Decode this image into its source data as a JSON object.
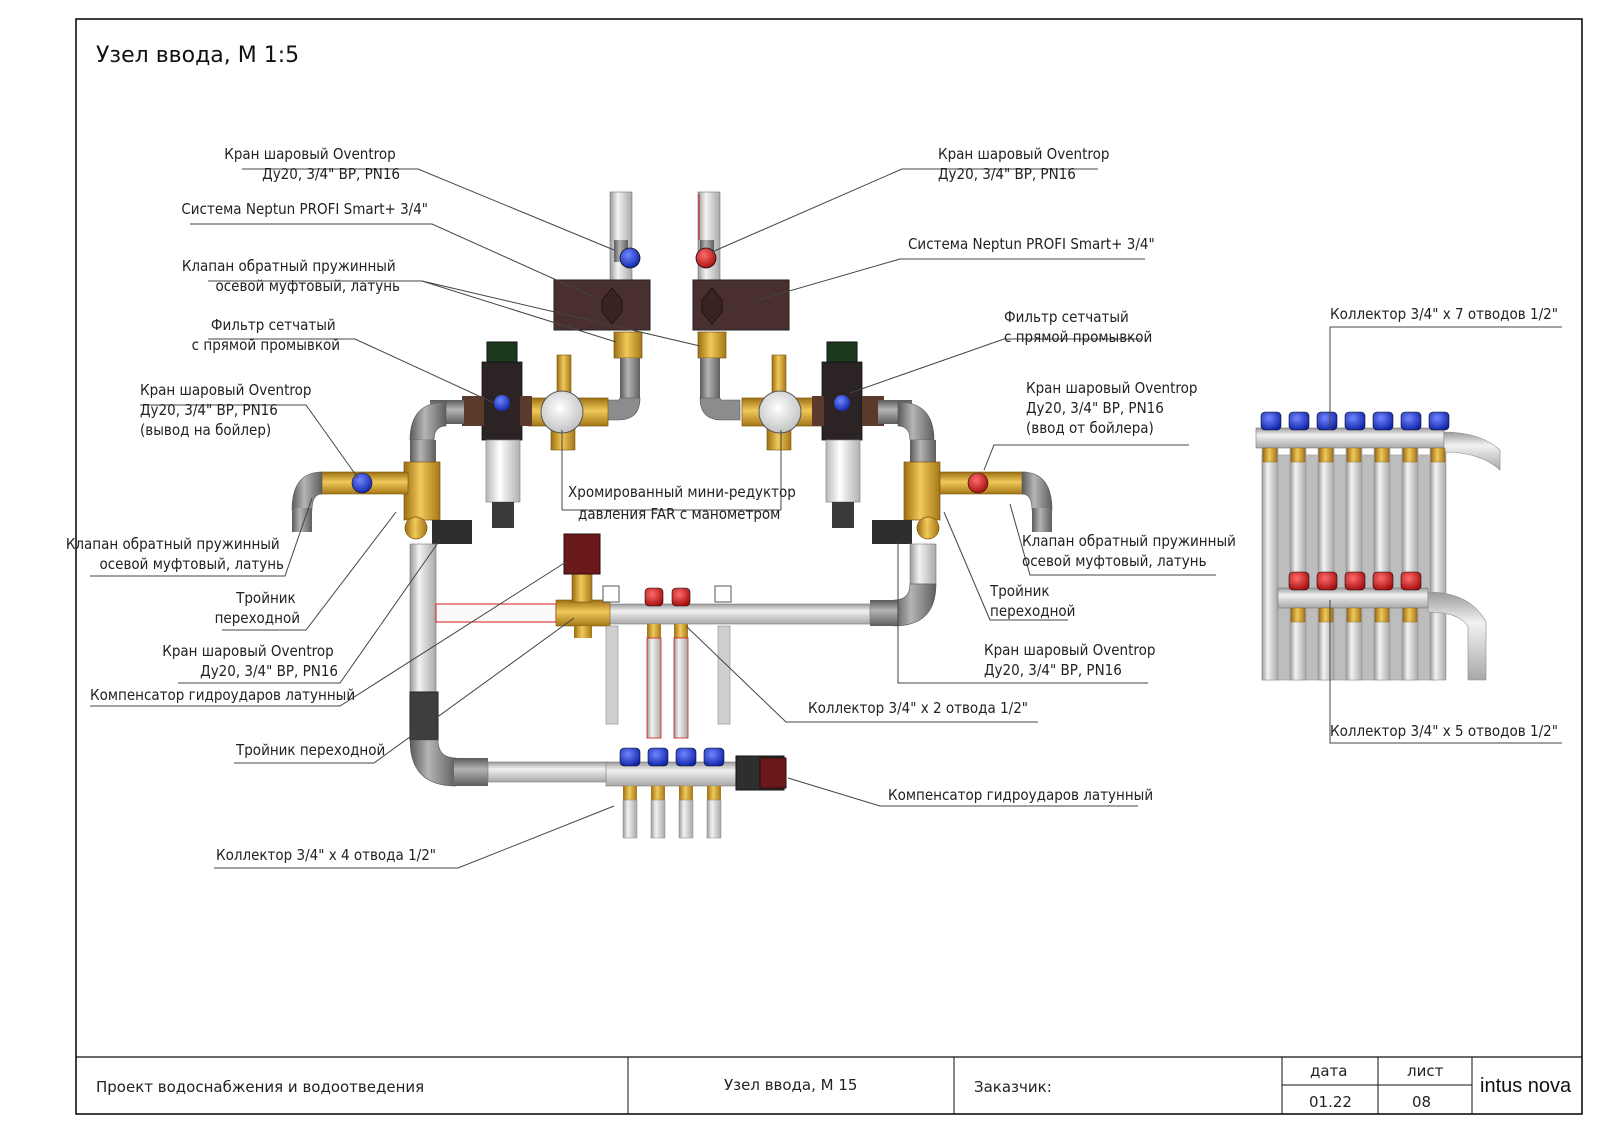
{
  "sheet": {
    "title": "Узел ввода, М 1:5"
  },
  "labels": {
    "valve_tl": [
      "Кран шаровый Oventrop",
      "Ду20, 3/4\" ВР, PN16"
    ],
    "valve_tr": [
      "Кран шаровый Oventrop",
      "Ду20, 3/4\" ВР, PN16"
    ],
    "neptun_l": [
      "Система Neptun PROFI Smart+ 3/4\""
    ],
    "neptun_r": [
      "Система Neptun PROFI Smart+ 3/4\""
    ],
    "check_valve_top": [
      "Клапан обратный пружинный",
      "осевой муфтовый, латунь"
    ],
    "filter_l": [
      "Фильтр сетчатый",
      "с прямой промывкой"
    ],
    "filter_r": [
      "Фильтр сетчатый",
      "с прямой промывкой"
    ],
    "valve_boiler_out": [
      "Кран шаровый Oventrop",
      "Ду20, 3/4\" ВР, PN16",
      "(вывод на бойлер)"
    ],
    "valve_boiler_in": [
      "Кран шаровый Oventrop",
      "Ду20, 3/4\" ВР, PN16",
      "(ввод от бойлера)"
    ],
    "reducer": [
      "Хромированный мини-редуктор",
      "давления FAR с манометром"
    ],
    "check_valve_l": [
      "Клапан обратный пружинный",
      "осевой муфтовый, латунь"
    ],
    "check_valve_r": [
      "Клапан обратный пружинный",
      "осевой муфтовый, латунь"
    ],
    "tee_l": [
      "Тройник",
      "переходной"
    ],
    "tee_r": [
      "Тройник",
      "переходной"
    ],
    "valve_bl": [
      "Кран шаровый Oventrop",
      "Ду20, 3/4\" ВР, PN16"
    ],
    "valve_br": [
      "Кран шаровый Oventrop",
      "Ду20, 3/4\" ВР, PN16"
    ],
    "hammer_l": [
      "Компенсатор гидроударов латунный"
    ],
    "hammer_r": [
      "Компенсатор гидроударов латунный"
    ],
    "tee_bottom": [
      "Тройник переходной"
    ],
    "collector_2": [
      "Коллектор 3/4\" х 2 отвода 1/2\""
    ],
    "collector_4": [
      "Коллектор 3/4\" х 4 отвода 1/2\""
    ],
    "collector_7": [
      "Коллектор 3/4\" х 7 отводов 1/2\""
    ],
    "collector_5": [
      "Коллектор 3/4\" х 5 отводов 1/2\""
    ]
  },
  "stamp": {
    "project": "Проект водоснабжения и водоотведения",
    "sheet_name": "Узел ввода, М 15",
    "customer_label": "Заказчик:",
    "date_label": "дата",
    "date_value": "01.22",
    "sheet_label": "лист",
    "sheet_value": "08",
    "brand": "intus nova"
  },
  "colors": {
    "pipe": "#d6d6d6",
    "fitting_gray": "#8a8a8a",
    "brass": "#d9a62e",
    "cold": "#1f3fd6",
    "hot": "#d81818",
    "neptun": "#4a2f2f",
    "filter_body": "#2c2424"
  }
}
